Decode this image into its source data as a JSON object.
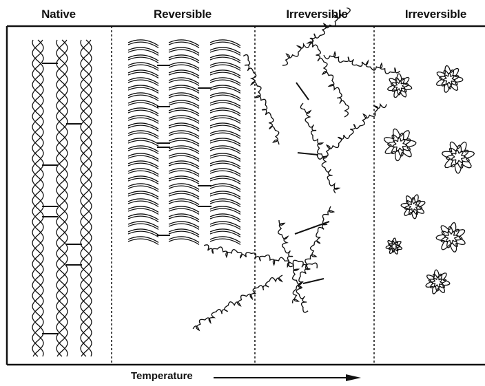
{
  "panels": [
    {
      "label": "Native"
    },
    {
      "label": "Reversible"
    },
    {
      "label": "Irreversible"
    },
    {
      "label": "Irreversible"
    }
  ],
  "axis": {
    "label": "Temperature"
  },
  "colors": {
    "ink": "#111111",
    "paper": "#ffffff"
  }
}
